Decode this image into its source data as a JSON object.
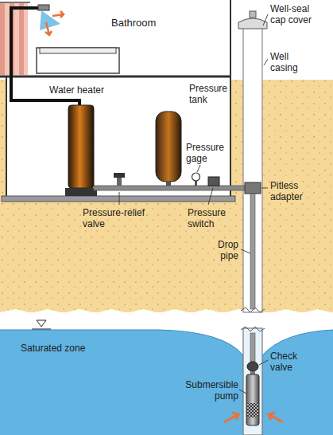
{
  "diagram": {
    "labels": [
      "Bathroom",
      "Water heater",
      "Pressure tank",
      "Well-seal cap cover",
      "Well casing",
      "Pressure gage",
      "Pressure-relief valve",
      "Pressure switch",
      "Pitless adapter",
      "Drop pipe",
      "Saturated zone",
      "Check valve",
      "Submersible pump"
    ]
  }
}
